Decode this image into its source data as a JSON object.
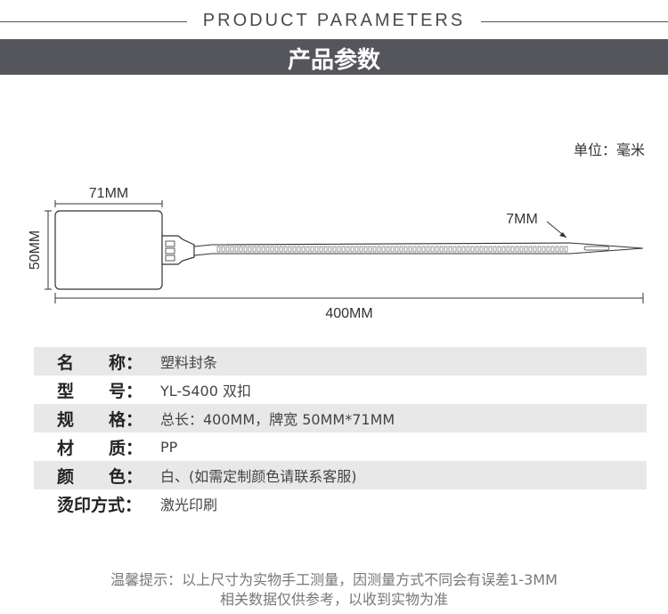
{
  "header": {
    "english_title": "PRODUCT PARAMETERS",
    "title": "产品参数"
  },
  "unit_label": "单位：毫米",
  "diagram": {
    "tag_width": "71MM",
    "tag_height": "50MM",
    "tip_width": "7MM",
    "total_length": "400MM"
  },
  "specs": [
    {
      "label_a": "名",
      "label_b": "称：",
      "value": "塑料封条"
    },
    {
      "label_a": "型",
      "label_b": "号：",
      "value": "YL-S400 双扣"
    },
    {
      "label_a": "规",
      "label_b": "格：",
      "value": "总长：400MM，牌宽 50MM*71MM"
    },
    {
      "label_a": "材",
      "label_b": "质：",
      "value": "PP"
    },
    {
      "label_a": "颜",
      "label_b": "色：",
      "value": "白、(如需定制颜色请联系客服)"
    },
    {
      "label_a": "烫印方式：",
      "label_b": "",
      "value": "激光印刷"
    }
  ],
  "note": {
    "line1": "温馨提示：以上尺寸为实物手工测量，因测量方式不同会有误差1-3MM",
    "line2": "相关数据仅供参考，以收到实物为准"
  }
}
